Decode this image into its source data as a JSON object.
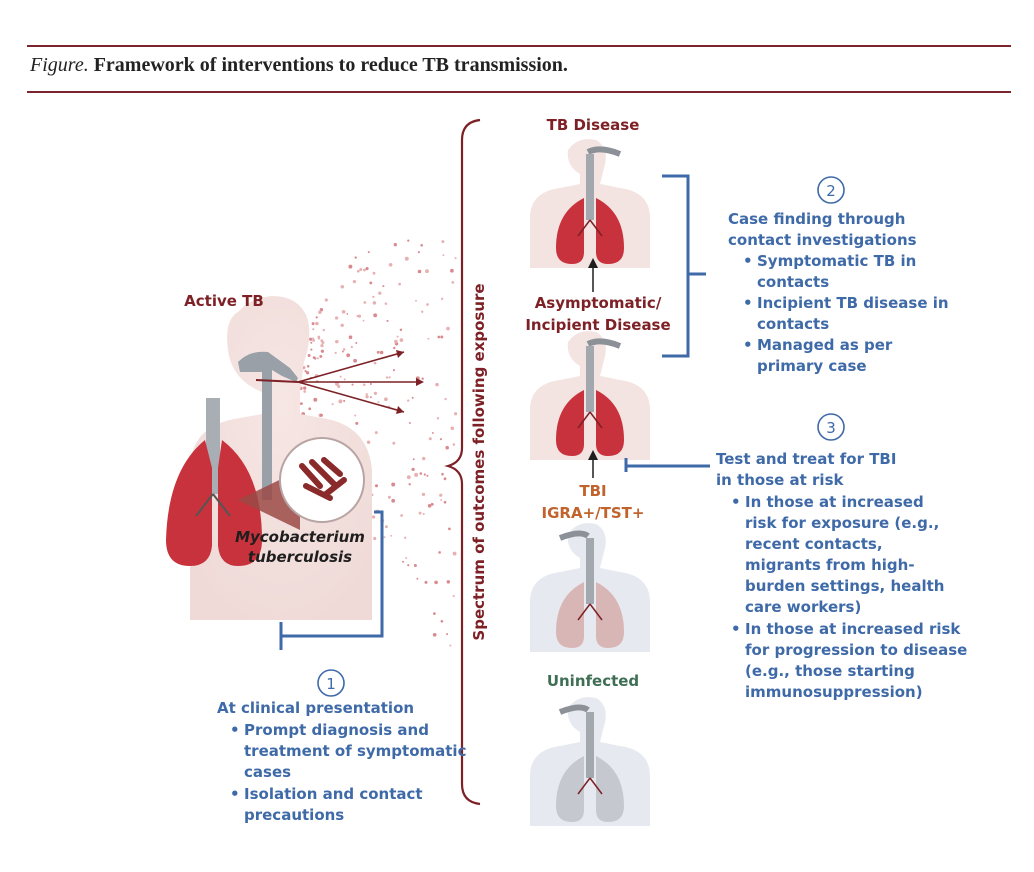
{
  "figure": {
    "lead": "Figure.",
    "title": "Framework of interventions to reduce TB transmission."
  },
  "labels": {
    "active_tb": "Active TB",
    "pathogen_line1": "Mycobacterium",
    "pathogen_line2": "tuberculosis",
    "spectrum": "Spectrum of outcomes following exposure",
    "tb_disease": "TB Disease",
    "asymptomatic_line1": "Asymptomatic/",
    "asymptomatic_line2": "Incipient Disease",
    "tbi_line1": "TBI",
    "tbi_line2": "IGRA+/TST+",
    "uninfected": "Uninfected"
  },
  "interventions": [
    {
      "number": "1",
      "heading": "At clinical presentation",
      "bullets": [
        "Prompt diagnosis and treatment of symptomatic cases",
        "Isolation and contact precautions"
      ]
    },
    {
      "number": "2",
      "heading": "Case finding through contact investigations",
      "bullets": [
        "Symptomatic TB in contacts",
        "Incipient TB disease in contacts",
        "Managed as per primary case"
      ]
    },
    {
      "number": "3",
      "heading": "Test and treat for TBI in those at risk",
      "bullets": [
        "In those at increased risk for exposure (e.g., recent contacts, migrants from high-burden settings, health care workers)",
        "In those at increased risk for progression to disease (e.g., those starting immunosuppression)"
      ]
    }
  ],
  "colors": {
    "rule": "#7a2430",
    "dark_red": "#7d2126",
    "orange": "#c0632c",
    "green": "#3f6e55",
    "blue": "#3f6aa8",
    "lung_red": "#c8323c",
    "lung_grey": "#c5c9cf",
    "silhouette": "#f3e3e1"
  }
}
